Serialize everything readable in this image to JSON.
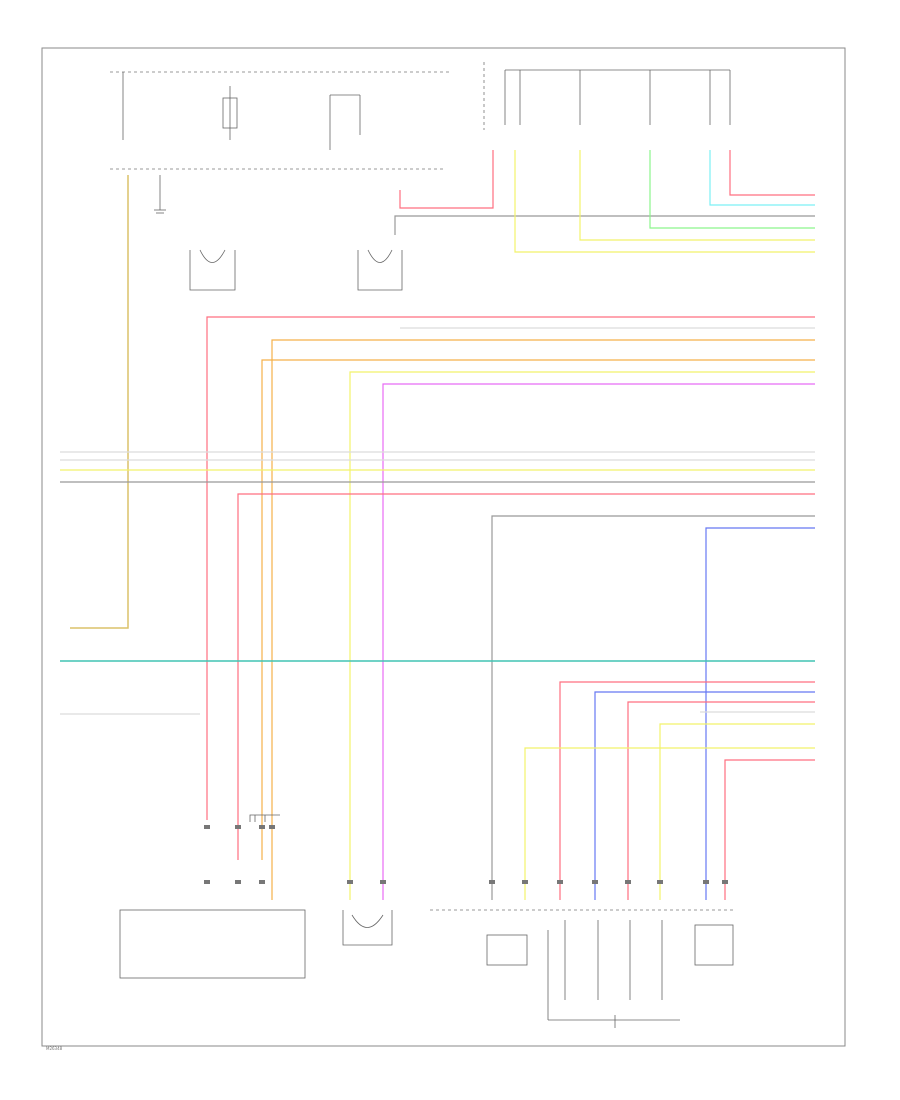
{
  "diagram": {
    "footer_code": "M26348"
  },
  "colors": {
    "red": "#ff6f80",
    "orange": "#f5b04a",
    "yellow": "#f2f26b",
    "tan": "#dcc26a",
    "purple": "#e86cf5",
    "teal": "#40c4b4",
    "green": "#8cf58c",
    "cyan": "#7cf0f5",
    "blue": "#6678f2",
    "gray": "#999999",
    "white": "#dcdcdc"
  },
  "wires": [
    {
      "id": "w1",
      "color": "red"
    },
    {
      "id": "w2",
      "color": "orange"
    },
    {
      "id": "w3",
      "color": "yellow"
    },
    {
      "id": "w4",
      "color": "purple"
    },
    {
      "id": "w5",
      "color": "teal"
    },
    {
      "id": "w6",
      "color": "blue"
    }
  ]
}
